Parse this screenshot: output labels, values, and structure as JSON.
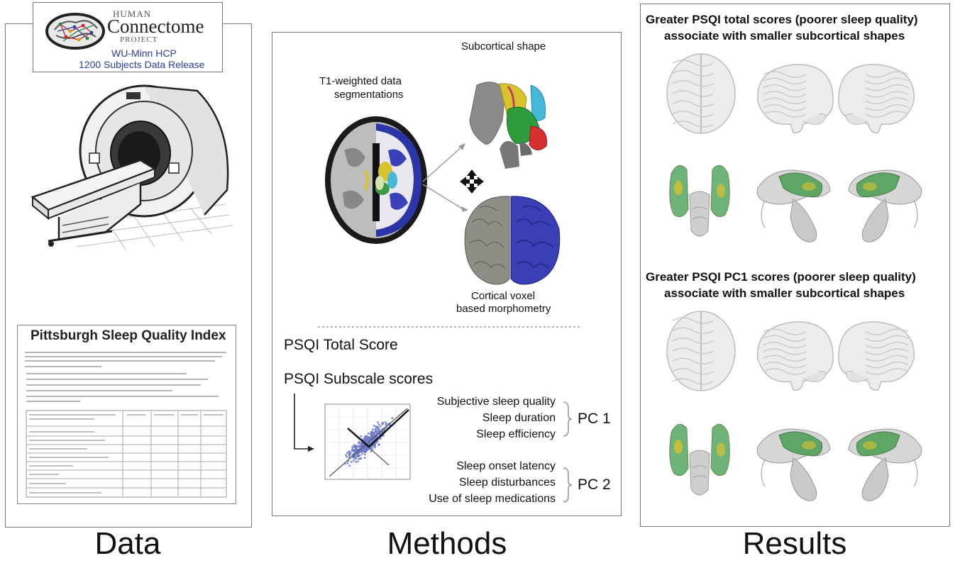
{
  "hcp_logo": {
    "line1": "HUMAN",
    "line2": "Connectome",
    "line3": "PROJECT",
    "release_line1": "WU-Minn HCP",
    "release_line2": "1200 Subjects Data Release"
  },
  "psqi_form": {
    "title": "Pittsburgh Sleep Quality Index"
  },
  "methods": {
    "subcortical_label": "Subcortical shape",
    "t1_label_line1": "T1-weighted data",
    "t1_label_line2": "segmentations",
    "cortical_label_line1": "Cortical voxel",
    "cortical_label_line2": "based morphometry",
    "psqi_total": "PSQI Total Score",
    "psqi_subscale": "PSQI Subscale scores",
    "pc1_items": [
      "Subjective sleep quality",
      "Sleep duration",
      "Sleep efficiency"
    ],
    "pc1_label": "PC 1",
    "pc2_items": [
      "Sleep onset latency",
      "Sleep disturbances",
      "Use of sleep medications"
    ],
    "pc2_label": "PC 2"
  },
  "results": {
    "heading1_line1": "Greater PSQI total scores (poorer sleep quality)",
    "heading1_line2": "associate with smaller subcortical shapes",
    "heading2_line1": "Greater PSQI PC1 scores (poorer sleep quality)",
    "heading2_line2": "associate with smaller subcortical shapes"
  },
  "section_labels": {
    "data": "Data",
    "methods": "Methods",
    "results": "Results"
  },
  "colors": {
    "hcp_blue": "#2b3f9e",
    "scatter_blue": "#6b78c8",
    "cortex_blue": "#3a3fb5",
    "shape_green": "#3e9a4a",
    "shape_yellow": "#d8c22e"
  }
}
